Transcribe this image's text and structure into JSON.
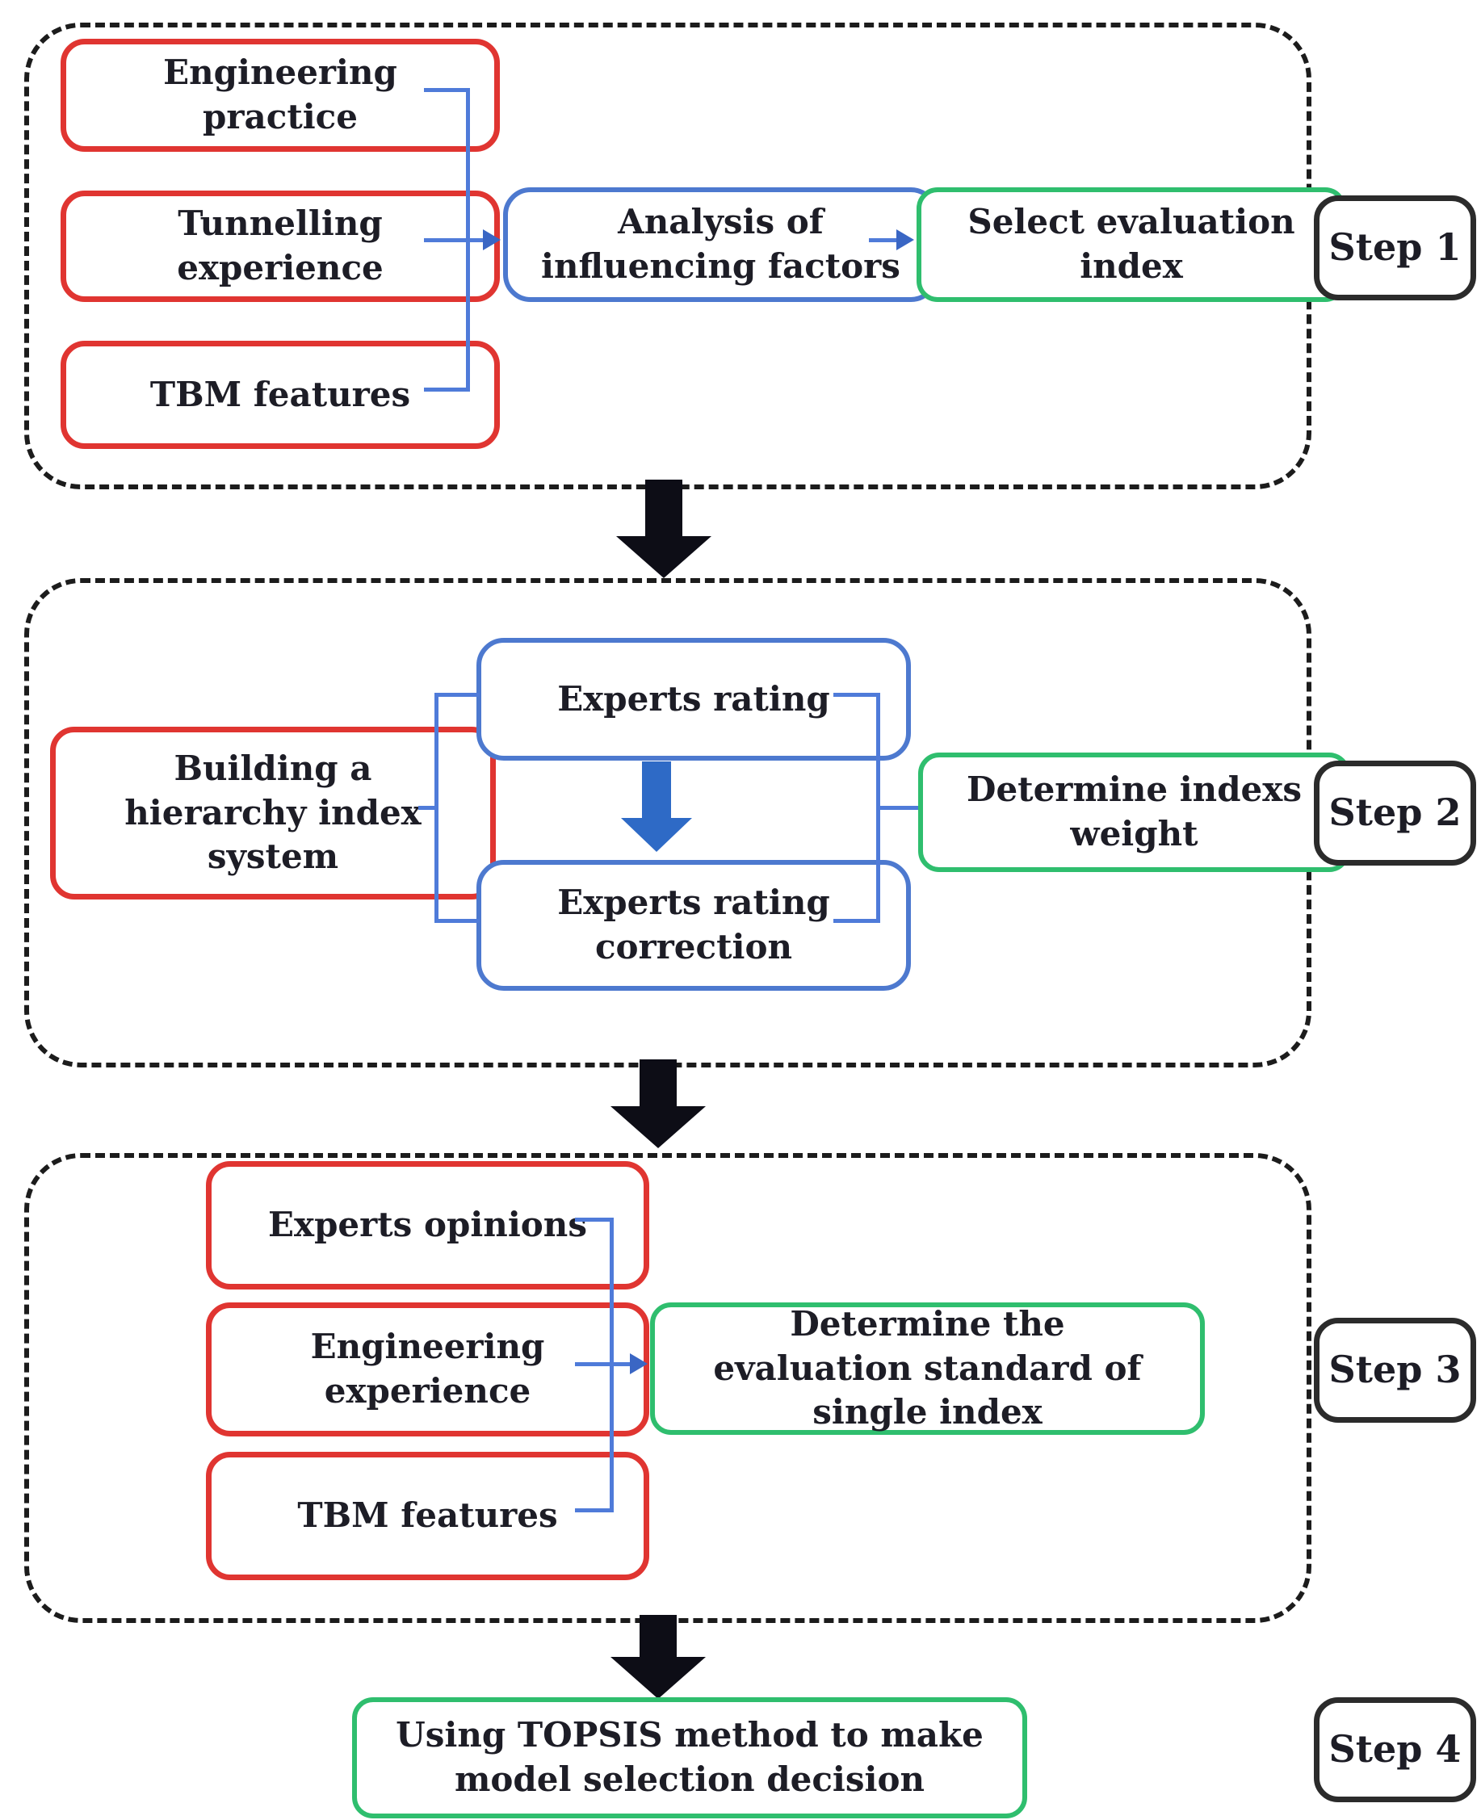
{
  "step1": {
    "label": "Step 1",
    "inputs": [
      "Engineering practice",
      "Tunnelling experience",
      "TBM features"
    ],
    "analysis": "Analysis of influencing factors",
    "output": "Select evaluation index"
  },
  "step2": {
    "label": "Step 2",
    "input": "Building a hierarchy index system",
    "rating": "Experts rating",
    "rating_correction": "Experts rating correction",
    "output": "Determine indexs weight"
  },
  "step3": {
    "label": "Step 3",
    "inputs": [
      "Experts opinions",
      "Engineering experience",
      "TBM features"
    ],
    "output": "Determine the evaluation standard of single index"
  },
  "step4": {
    "label": "Step 4",
    "output": "Using TOPSIS method to make model selection decision"
  },
  "colors": {
    "red_border": "#e03531",
    "blue_border": "#4d79cf",
    "blue_line": "#4f7bd9",
    "blue_arrow": "#2e6ac6",
    "green_border": "#2fbe6e",
    "black_arrow": "#0d0d16",
    "dashed_border": "#1c1c1c",
    "text": "#1d1d26"
  }
}
